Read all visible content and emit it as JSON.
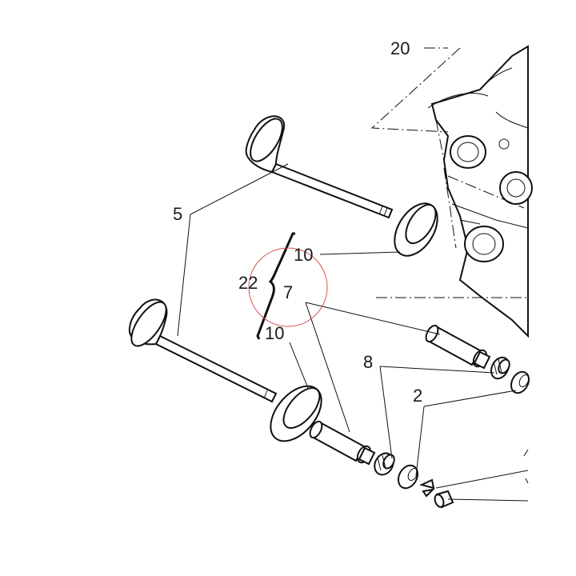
{
  "callouts": {
    "c5": "5",
    "c10_top": "10",
    "c22": "22",
    "c7": "7",
    "c10_bottom": "10",
    "c8": "8",
    "c2": "2",
    "c20": "20"
  },
  "colors": {
    "line": "#111111",
    "highlight_circle": "#d9534f",
    "background": "#ffffff"
  }
}
